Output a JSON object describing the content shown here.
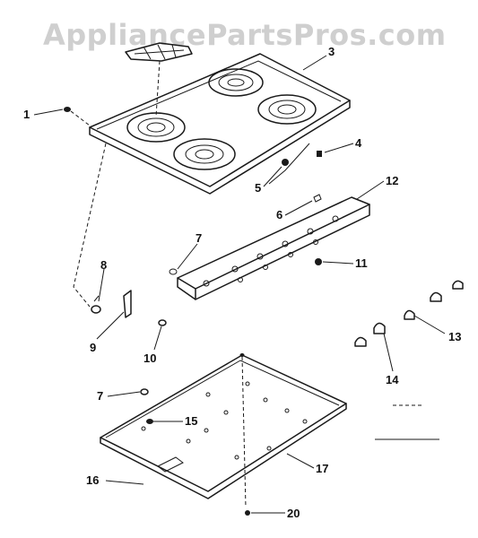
{
  "watermark": "AppliancePartsPros.com",
  "callouts": {
    "c1": "1",
    "c3": "3",
    "c4": "4",
    "c5": "5",
    "c6": "6",
    "c12": "12",
    "c7a": "7",
    "c11": "11",
    "c8": "8",
    "c9": "9",
    "c10": "10",
    "c13": "13",
    "c14": "14",
    "c7b": "7",
    "c15": "15",
    "c16": "16",
    "c17": "17",
    "c20": "20"
  }
}
